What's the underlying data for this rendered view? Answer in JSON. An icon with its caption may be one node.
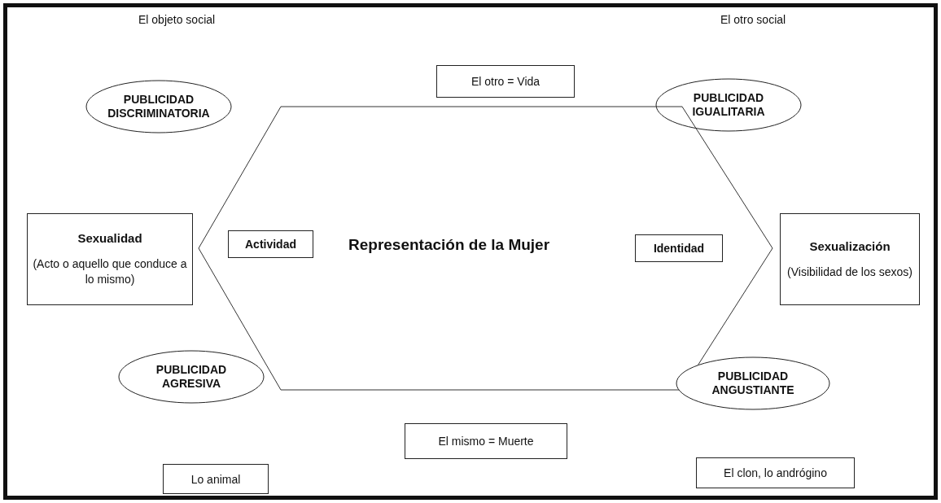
{
  "diagram": {
    "nodes": [
      {
        "text": [
          "El otro = Vida"
        ]
      },
      {
        "text": [
          "PUBLICIDAD DISCRIMINATORIA"
        ]
      },
      {
        "text": [
          "PUBLICIDAD IGUALITARIA"
        ]
      },
      {
        "text": [
          "Representación de la Mujer"
        ]
      },
      {
        "text": [
          "Actividad"
        ],
        "in": 3
      },
      {
        "text": [
          "Identidad"
        ],
        "in": 3
      },
      {
        "text": [
          "Sexualidad",
          "(Acto o aquello que conduce a lo mismo)"
        ]
      },
      {
        "text": [
          "Sexualización",
          "(Visibilidad de los sexos)"
        ]
      },
      {
        "text": [
          "PUBLICIDAD AGRESIVA"
        ]
      },
      {
        "text": [
          "PUBLICIDAD ANGUSTIANTE"
        ]
      },
      {
        "text": [
          "El mismo = Muerte"
        ]
      },
      {
        "text": [
          "Lo animal"
        ]
      },
      {
        "text": [
          "El clon, lo andrógino"
        ]
      }
    ],
    "edges": [],
    "labels": [
      "El objeto social",
      "El otro social"
    ]
  }
}
